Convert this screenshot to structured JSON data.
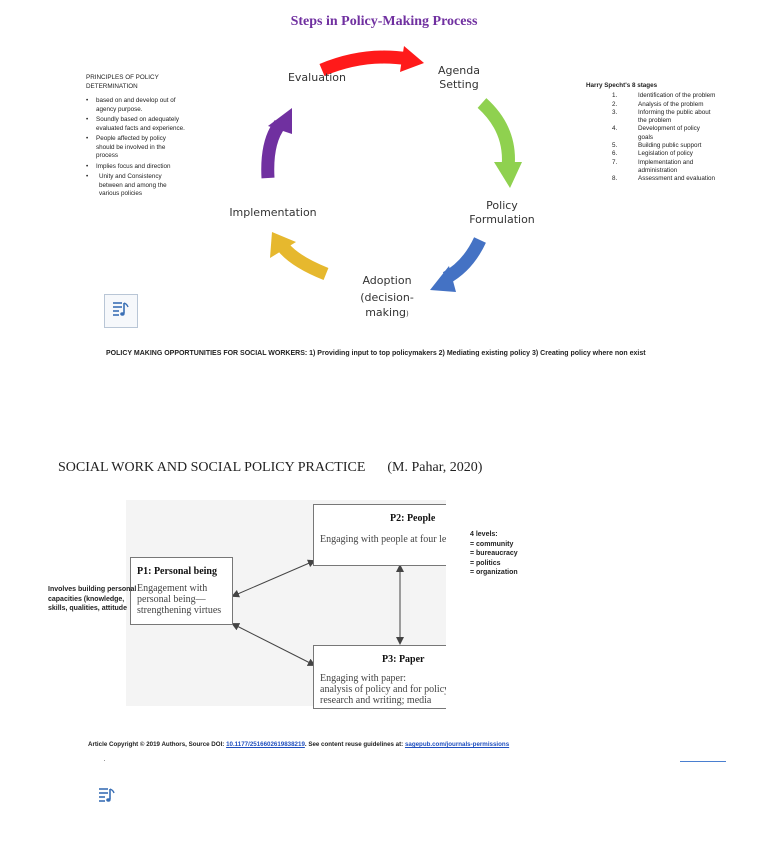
{
  "page": {
    "title": "Steps in Policy-Making Process"
  },
  "cycle": {
    "stages": {
      "evaluation": "Evaluation",
      "agenda_line1": "Agenda",
      "agenda_line2": "Setting",
      "formulation_line1": "Policy",
      "formulation_line2": "Formulation",
      "adoption_line1": "Adoption",
      "adoption_line2": "(decision-",
      "adoption_line3": "making",
      "adoption_line3_suffix": ")",
      "implementation": "Implementation"
    },
    "arrow_colors": {
      "evaluation_to_agenda": "#ff1a1a",
      "agenda_to_formulation": "#8fd14f",
      "formulation_to_adoption": "#4472c4",
      "adoption_to_implementation": "#e6b82e",
      "implementation_to_evaluation": "#7030a0"
    }
  },
  "principles": {
    "heading": "PRINCIPLES OF POLICY DETERMINATION",
    "items": [
      "based on and develop out of agency purpose.",
      "Soundly based on adequately evaluated facts and experience.",
      "People affected by policy should be involved in the process",
      "Implies focus and direction",
      "Unity and Consistency between and among the various policies"
    ]
  },
  "specht": {
    "heading": "Harry Specht's 8 stages",
    "items": [
      {
        "num": "1.",
        "text": "Identification of the problem"
      },
      {
        "num": "2.",
        "text": "Analysis of the problem"
      },
      {
        "num": "3.",
        "text": "Informing the public about the problem"
      },
      {
        "num": "4.",
        "text": "Development of policy goals"
      },
      {
        "num": "5.",
        "text": "Building public support"
      },
      {
        "num": "6.",
        "text": "Legislation of policy"
      },
      {
        "num": "7.",
        "text": "Implementation and administration"
      },
      {
        "num": "8.",
        "text": "Assessment and evaluation"
      }
    ]
  },
  "opportunities": {
    "text": "POLICY MAKING OPPORTUNITIES FOR SOCIAL WORKERS:  1)  Providing input to top policymakers     2) Mediating existing policy     3)  Creating policy where non exist"
  },
  "practice": {
    "title": "SOCIAL WORK AND SOCIAL POLICY PRACTICE",
    "author": "(M. Pahar, 2020)",
    "p1": {
      "heading": "P1: Personal being",
      "line1": "Engagement with",
      "line2": "personal being—",
      "line3": "strengthening virtues"
    },
    "p2": {
      "heading": "P2: People",
      "line1": "Engaging with people at four leve"
    },
    "p3": {
      "heading": "P3: Paper",
      "line1": "Engaging with paper:",
      "line2": "analysis of policy and for policy",
      "line3": "research and writing; media"
    },
    "levels": {
      "heading": "4 levels:",
      "items": [
        "= community",
        "= bureaucracy",
        "= politics",
        "= organization"
      ]
    },
    "involves": "Involves building personal capacities (knowledge, skills, qualities, attitude"
  },
  "copyright": {
    "prefix": "Article Copyright © 2019 Authors, Source DOI: ",
    "doi": "10.1177/2516602619838219",
    "middle": ". See content reuse guidelines at: ",
    "link": "sagepub.com/journals-permissions"
  },
  "icons": {
    "music_list": "music-list-icon"
  }
}
